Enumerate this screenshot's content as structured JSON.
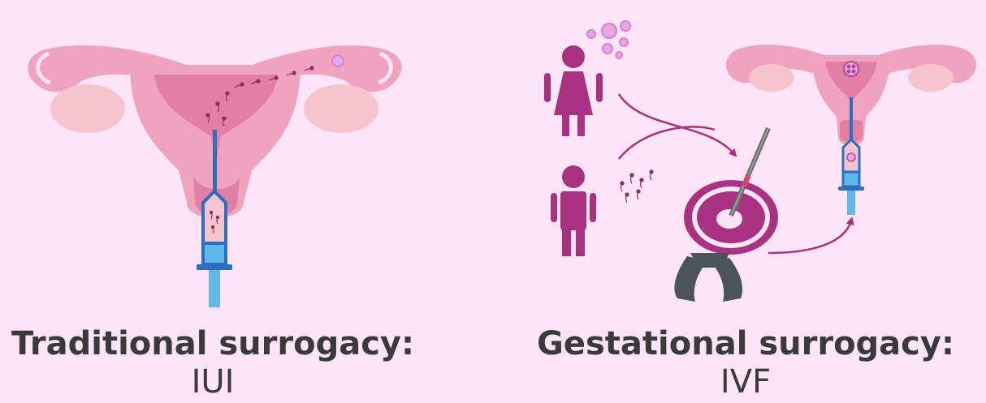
{
  "colors": {
    "background": "#fde4f7",
    "uterus_outer": "#f0a3bf",
    "uterus_inner": "#e27fa4",
    "ovary": "#f6c4ce",
    "person": "#a8327f",
    "syringe_blue": "#2b6fc0",
    "syringe_light": "#5fb7ea",
    "dish": "#a8327f",
    "pipette_holder": "#4a5358",
    "text": "#3a3a3a"
  },
  "left_panel": {
    "title": "Traditional surrogacy:",
    "subtitle": "IUI"
  },
  "right_panel": {
    "title": "Gestational surrogacy:",
    "subtitle": "IVF"
  },
  "icons": [
    "uterus-icon",
    "syringe-icon",
    "woman-icon",
    "man-icon",
    "eggs-icon",
    "sperm-icon",
    "petri-dish-icon",
    "needle-icon",
    "embryo-icon"
  ]
}
